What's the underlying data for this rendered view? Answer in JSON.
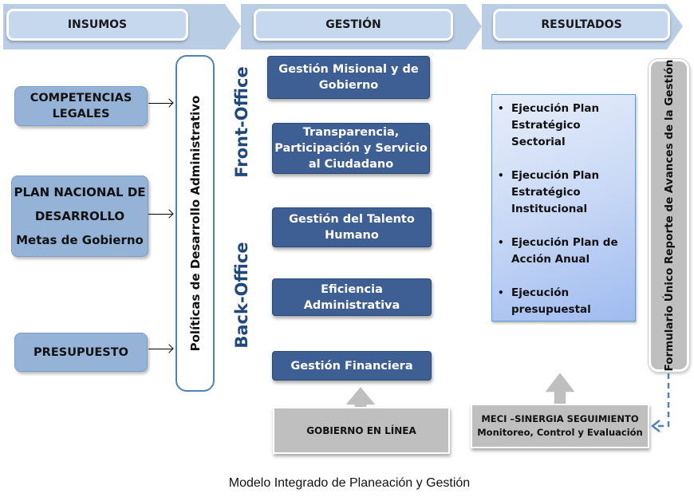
{
  "header": {
    "stages": [
      {
        "label": "INSUMOS"
      },
      {
        "label": "GESTIÓN"
      },
      {
        "label": "RESULTADOS"
      }
    ]
  },
  "inputs": [
    {
      "lines": [
        "COMPETENCIAS",
        "LEGALES"
      ]
    },
    {
      "lines": [
        "PLAN NACIONAL DE",
        "DESARROLLO",
        "Metas de Gobierno"
      ]
    },
    {
      "lines": [
        "PRESUPUESTO"
      ]
    }
  ],
  "politicas": {
    "label": "Políticas de Desarrollo Administrativo"
  },
  "groups": {
    "front_office": "Front-Office",
    "back_office": "Back-Office"
  },
  "gestion": [
    {
      "label": "Gestión Misional y de Gobierno"
    },
    {
      "label": "Transparencia, Participación y Servicio al Ciudadano"
    },
    {
      "label": "Gestión del Talento Humano"
    },
    {
      "label": "Eficiencia Administrativa"
    },
    {
      "label": "Gestión Financiera"
    }
  ],
  "resultados": {
    "items": [
      "Ejecución Plan Estratégico Sectorial",
      "Ejecución Plan Estratégico Institucional",
      "Ejecución Plan de Acción Anual",
      "Ejecución presupuestal"
    ]
  },
  "formulario": {
    "label": "Formulario Único Reporte de Avances de la Gestión"
  },
  "support": {
    "gobierno_en_linea": "GOBIERNO EN LÍNEA",
    "meci_line1": "MECI –SINERGIA SEGUIMIENTO",
    "meci_line2": "Monitoreo, Control  y Evaluación"
  },
  "caption": "Modelo Integrado de Planeación y Gestión",
  "colors": {
    "header_band": "#b9cde5",
    "input_box": "#95b3d7",
    "gestion_box": "#3d5f94",
    "office_label": "#1f497d",
    "grey_box": "#bfbfbf",
    "dashed_connector": "#4f81bd"
  }
}
